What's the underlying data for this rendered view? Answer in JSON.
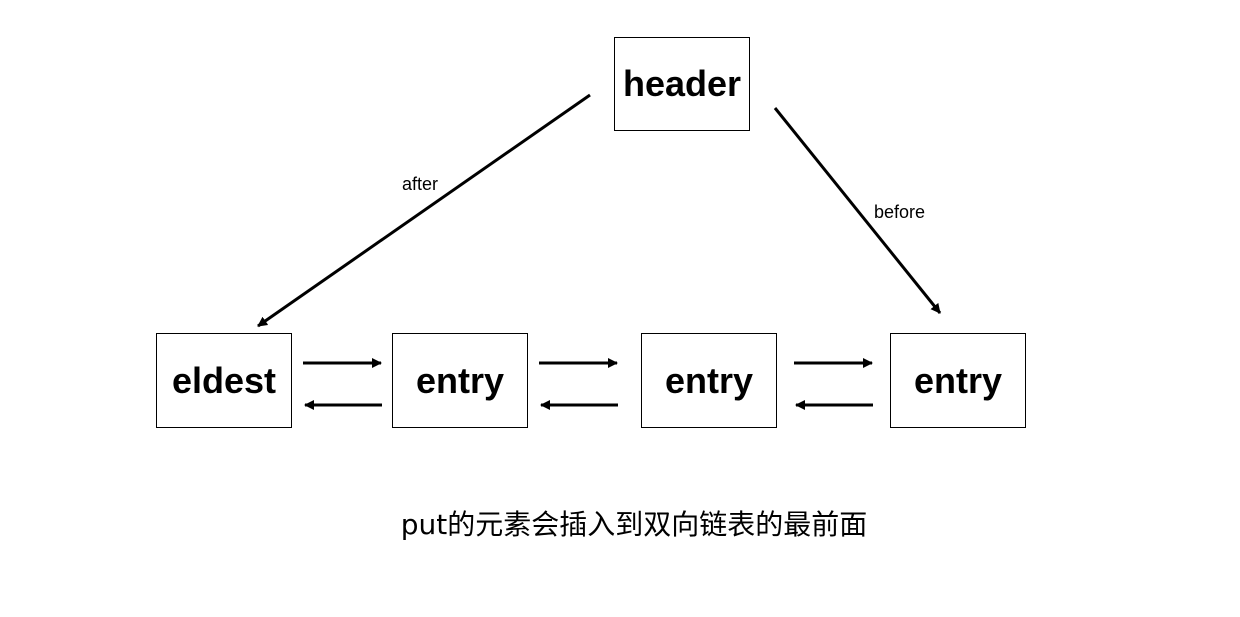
{
  "diagram": {
    "nodes": {
      "header": "header",
      "eldest": "eldest",
      "entry_1": "entry",
      "entry_2": "entry",
      "entry_3": "entry"
    },
    "edge_labels": {
      "after": "after",
      "before": "before"
    },
    "caption": "put的元素会插入到双向链表的最前面"
  }
}
